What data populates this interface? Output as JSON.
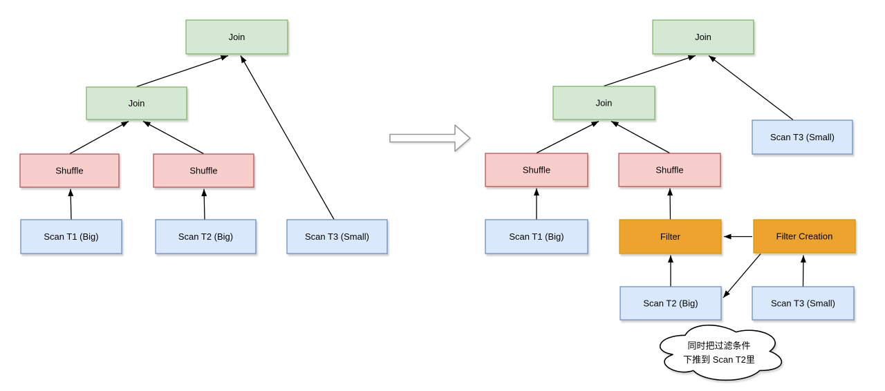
{
  "palette": {
    "canvas-bg": "#ffffff",
    "node-green-fill": "#d5e8d4",
    "node-green-stroke": "#82b366",
    "node-red-fill": "#f8cecc",
    "node-red-stroke": "#b85450",
    "node-blue-fill": "#dae8fc",
    "node-blue-stroke": "#6c8ebf",
    "node-orange-fill": "#eea32e",
    "node-orange-stroke": "#d79b00",
    "edge-color": "#000000",
    "transition-arrow-color": "#999999",
    "cloud-fill": "#ffffff",
    "cloud-stroke": "#000000",
    "label-color": "#000000"
  },
  "left_plan": {
    "join_top": "Join",
    "join_mid": "Join",
    "shuffle_left": "Shuffle",
    "shuffle_right": "Shuffle",
    "scan_t1": "Scan T1 (Big)",
    "scan_t2": "Scan T2 (Big)",
    "scan_t3": "Scan T3 (Small)"
  },
  "transition": {
    "icon": "right-arrow"
  },
  "right_plan": {
    "join_top": "Join",
    "join_mid": "Join",
    "shuffle_left": "Shuffle",
    "shuffle_right": "Shuffle",
    "scan_t1": "Scan T1 (Big)",
    "scan_t2": "Scan T2 (Big)",
    "scan_t3_top": "Scan T3 (Small)",
    "scan_t3_bottom": "Scan T3 (Small)",
    "filter": "Filter",
    "filter_creation": "Filter Creation"
  },
  "callout": {
    "line1": "同时把过滤条件",
    "line2": "下推到 Scan T2里"
  }
}
